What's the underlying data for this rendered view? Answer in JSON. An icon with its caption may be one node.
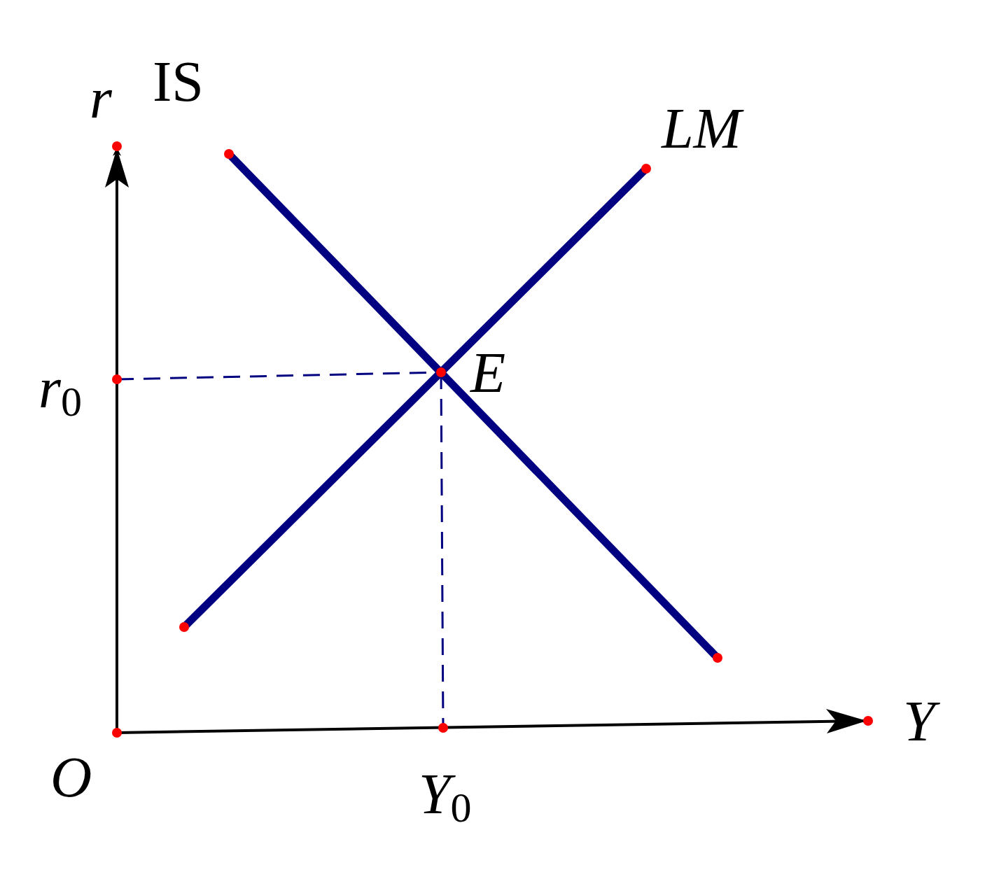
{
  "diagram": {
    "labels": [
      "IS",
      "r",
      "LM",
      "E",
      "r$_{0}$",
      "Y",
      "O",
      "Y$_{0}$"
    ]
  }
}
